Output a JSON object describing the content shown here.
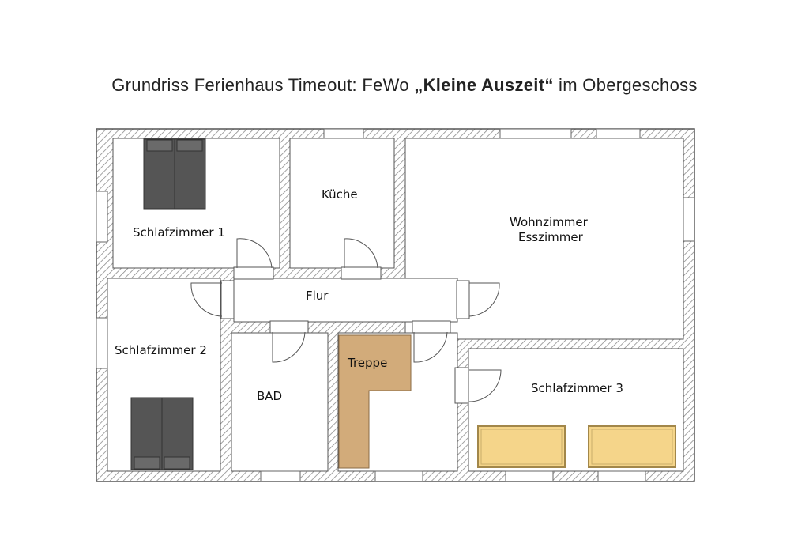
{
  "title": {
    "prefix": "Grundriss Ferienhaus Timeout: FeWo ",
    "highlight": "„Kleine Auszeit“",
    "suffix": " im Obergeschoss"
  },
  "rooms": {
    "schlafzimmer1": "Schlafzimmer 1",
    "kueche": "Küche",
    "wohnzimmer_line1": "Wohnzimmer",
    "wohnzimmer_line2": "Esszimmer",
    "flur": "Flur",
    "schlafzimmer2": "Schlafzimmer 2",
    "bad": "BAD",
    "treppe": "Treppe",
    "schlafzimmer3": "Schlafzimmer 3"
  },
  "colors": {
    "wall_hatch": "#9a9a9a",
    "bed_dark": "#555555",
    "bed_light": "#f5d58a",
    "stair": "#d2ab7a"
  }
}
